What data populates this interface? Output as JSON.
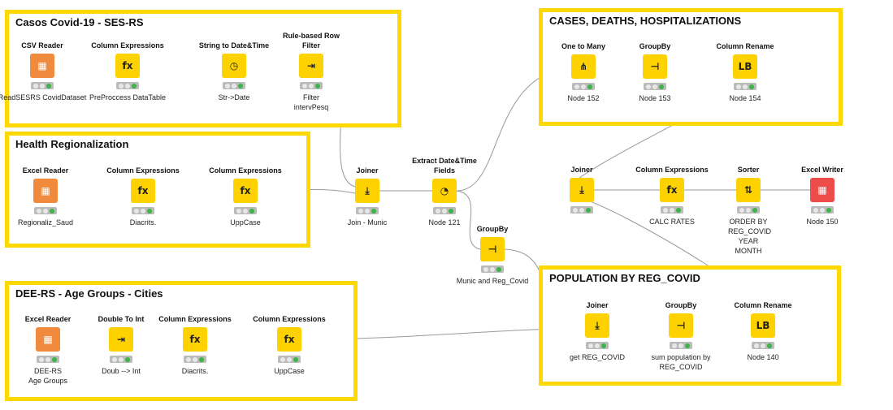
{
  "annotations": [
    {
      "id": "a1",
      "title": "Casos Covid-19 - SES-RS"
    },
    {
      "id": "a2",
      "title": "Health Regionalization"
    },
    {
      "id": "a3",
      "title": "DEE-RS - Age Groups - Cities"
    },
    {
      "id": "a4",
      "title": "CASES, DEATHS, HOSPITALIZATIONS"
    },
    {
      "id": "a5",
      "title": "POPULATION BY REG_COVID"
    }
  ],
  "nodes": {
    "n1": {
      "label": "CSV Reader",
      "comment": "ReadSESRS CovidDataset",
      "icon": "csv-reader-icon",
      "type": "source"
    },
    "n2": {
      "label": "Column Expressions",
      "comment": "PreProccess DataTable",
      "icon": "column-expressions-icon",
      "type": "manipulator"
    },
    "n3": {
      "label": "String to Date&Time",
      "comment": "Str->Date",
      "icon": "string-to-datetime-icon",
      "type": "manipulator"
    },
    "n4": {
      "label": "Rule-based Row Filter",
      "comment": "Filter intervPesq",
      "icon": "row-filter-icon",
      "type": "manipulator"
    },
    "n5": {
      "label": "Excel Reader",
      "comment": "Regionaliz_Saud",
      "icon": "excel-reader-icon",
      "type": "source"
    },
    "n6": {
      "label": "Column Expressions",
      "comment": "Diacrits.",
      "icon": "column-expressions-icon",
      "type": "manipulator"
    },
    "n7": {
      "label": "Column Expressions",
      "comment": "UppCase",
      "icon": "column-expressions-icon",
      "type": "manipulator"
    },
    "n8": {
      "label": "Joiner",
      "comment": "Join - Munic",
      "icon": "joiner-icon",
      "type": "manipulator"
    },
    "n9": {
      "label": "Extract Date&Time Fields",
      "comment": "Node 121",
      "icon": "extract-datetime-icon",
      "type": "manipulator"
    },
    "n10": {
      "label": "GroupBy",
      "comment": "Munic and Reg_Covid",
      "icon": "groupby-icon",
      "type": "manipulator"
    },
    "n11": {
      "label": "One to Many",
      "comment": "Node 152",
      "icon": "one-to-many-icon",
      "type": "manipulator"
    },
    "n12": {
      "label": "GroupBy",
      "comment": "Node 153",
      "icon": "groupby-icon",
      "type": "manipulator"
    },
    "n13": {
      "label": "Column Rename",
      "comment": "Node 154",
      "icon": "column-rename-icon",
      "type": "manipulator"
    },
    "n14": {
      "label": "Joiner",
      "comment": "",
      "icon": "joiner-icon",
      "type": "manipulator"
    },
    "n15": {
      "label": "Column Expressions",
      "comment": "CALC RATES",
      "icon": "column-expressions-icon",
      "type": "manipulator"
    },
    "n16": {
      "label": "Sorter",
      "comment": "ORDER BY REG_COVID YEAR MONTH",
      "icon": "sorter-icon",
      "type": "manipulator"
    },
    "n17": {
      "label": "Excel Writer",
      "comment": "Node 150",
      "icon": "excel-writer-icon",
      "type": "sink"
    },
    "n18": {
      "label": "Excel Reader",
      "comment": "DEE-RS Age Groups",
      "icon": "excel-reader-icon",
      "type": "source"
    },
    "n19": {
      "label": "Double To Int",
      "comment": "Doub --> Int",
      "icon": "double-to-int-icon",
      "type": "manipulator"
    },
    "n20": {
      "label": "Column Expressions",
      "comment": "Diacrits.",
      "icon": "column-expressions-icon",
      "type": "manipulator"
    },
    "n21": {
      "label": "Column Expressions",
      "comment": "UppCase",
      "icon": "column-expressions-icon",
      "type": "manipulator"
    },
    "n22": {
      "label": "Joiner",
      "comment": "get REG_COVID",
      "icon": "joiner-icon",
      "type": "manipulator"
    },
    "n23": {
      "label": "GroupBy",
      "comment": "sum population by REG_COVID",
      "icon": "groupby-icon",
      "type": "manipulator"
    },
    "n24": {
      "label": "Column Rename",
      "comment": "Node 140",
      "icon": "column-rename-icon",
      "type": "manipulator"
    }
  },
  "colors": {
    "annotation_border": "#ffd800",
    "manipulator": "#fdd200",
    "source": "#f08a3c",
    "sink": "#ee4b4b",
    "status_green": "#3cb447",
    "wire": "#999999"
  }
}
